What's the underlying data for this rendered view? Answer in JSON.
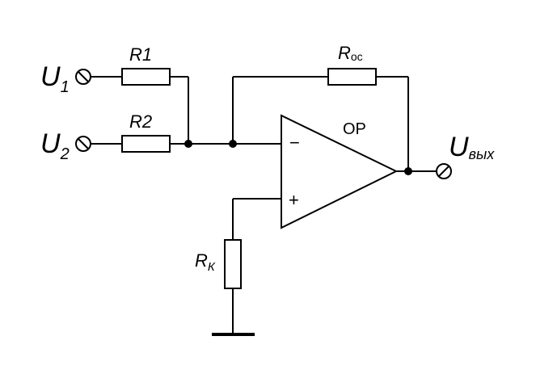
{
  "labels": {
    "u1_main": "U",
    "u1_sub": "1",
    "u2_main": "U",
    "u2_sub": "2",
    "r1": "R1",
    "r2": "R2",
    "rfb_main": "R",
    "rfb_sub": "ос",
    "opamp": "OP",
    "minus": "−",
    "plus": "+",
    "rk_main": "R",
    "rk_sub": "К",
    "uout_main": "U",
    "uout_sub": "вых"
  }
}
